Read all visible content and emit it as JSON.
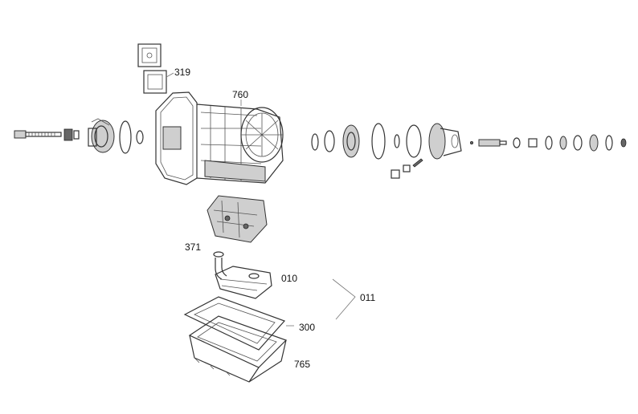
{
  "labels": {
    "p319": "319",
    "p760": "760",
    "p371": "371",
    "p010": "010",
    "p011": "011",
    "p300": "300",
    "p765": "765"
  }
}
